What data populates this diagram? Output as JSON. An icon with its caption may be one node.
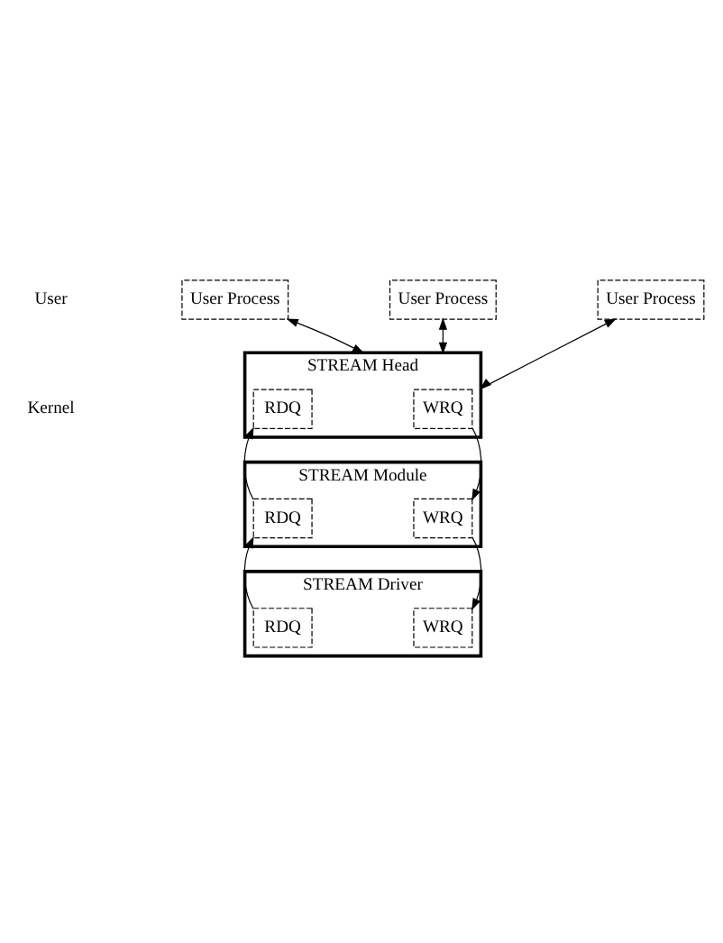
{
  "diagram": {
    "nodes": [
      {
        "text": [
          "User Process"
        ]
      },
      {
        "text": [
          "User Process"
        ]
      },
      {
        "text": [
          "User Process"
        ]
      },
      {
        "text": [
          "STREAM Head"
        ]
      },
      {
        "text": [
          "WRQ"
        ],
        "in": 3
      },
      {
        "text": [
          "RDQ"
        ],
        "in": 3
      },
      {
        "text": [
          "STREAM Module"
        ]
      },
      {
        "text": [
          "WRQ"
        ],
        "in": 6
      },
      {
        "text": [
          "RDQ"
        ],
        "in": 6
      },
      {
        "text": [
          "STREAM Driver"
        ]
      },
      {
        "text": [
          "WRQ"
        ],
        "in": 9
      },
      {
        "text": [
          "RDQ"
        ],
        "in": 9
      }
    ],
    "edges": [
      {
        "from": 0,
        "to": 3,
        "arrow": "both"
      },
      {
        "from": 1,
        "to": 3,
        "arrow": "both"
      },
      {
        "from": 2,
        "to": 3,
        "arrow": "both"
      },
      {
        "from": 4,
        "to": 7,
        "arrow": "to"
      },
      {
        "from": 7,
        "to": 10,
        "arrow": "to"
      },
      {
        "from": 11,
        "to": 8,
        "arrow": "to"
      },
      {
        "from": 8,
        "to": 5,
        "arrow": "to"
      }
    ],
    "labels": [
      "User",
      "Kernel"
    ]
  }
}
